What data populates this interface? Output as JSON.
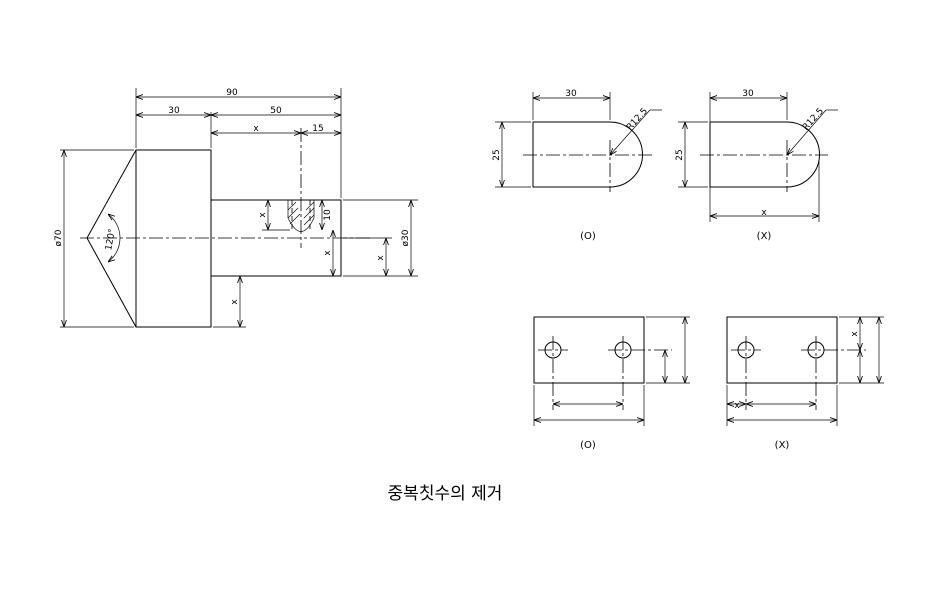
{
  "title": "중복칫수의 제거",
  "main_part": {
    "dims": {
      "overall_length": "90",
      "head_length": "30",
      "shaft_length": "50",
      "hole_offset": "15",
      "redundant": "x",
      "hole_depth": "10",
      "head_diameter": "ø70",
      "shaft_diameter": "ø30",
      "chamfer_angle": "120°"
    }
  },
  "slot_correct": {
    "width": "30",
    "height": "25",
    "radius": "R12.5",
    "verdict": "(O)"
  },
  "slot_wrong": {
    "width": "30",
    "height": "25",
    "radius": "R12.5",
    "redundant": "x",
    "verdict": "(X)"
  },
  "plate_correct": {
    "verdict": "(O)"
  },
  "plate_wrong": {
    "redundant_h": "x",
    "redundant_v": "x",
    "verdict": "(X)"
  }
}
